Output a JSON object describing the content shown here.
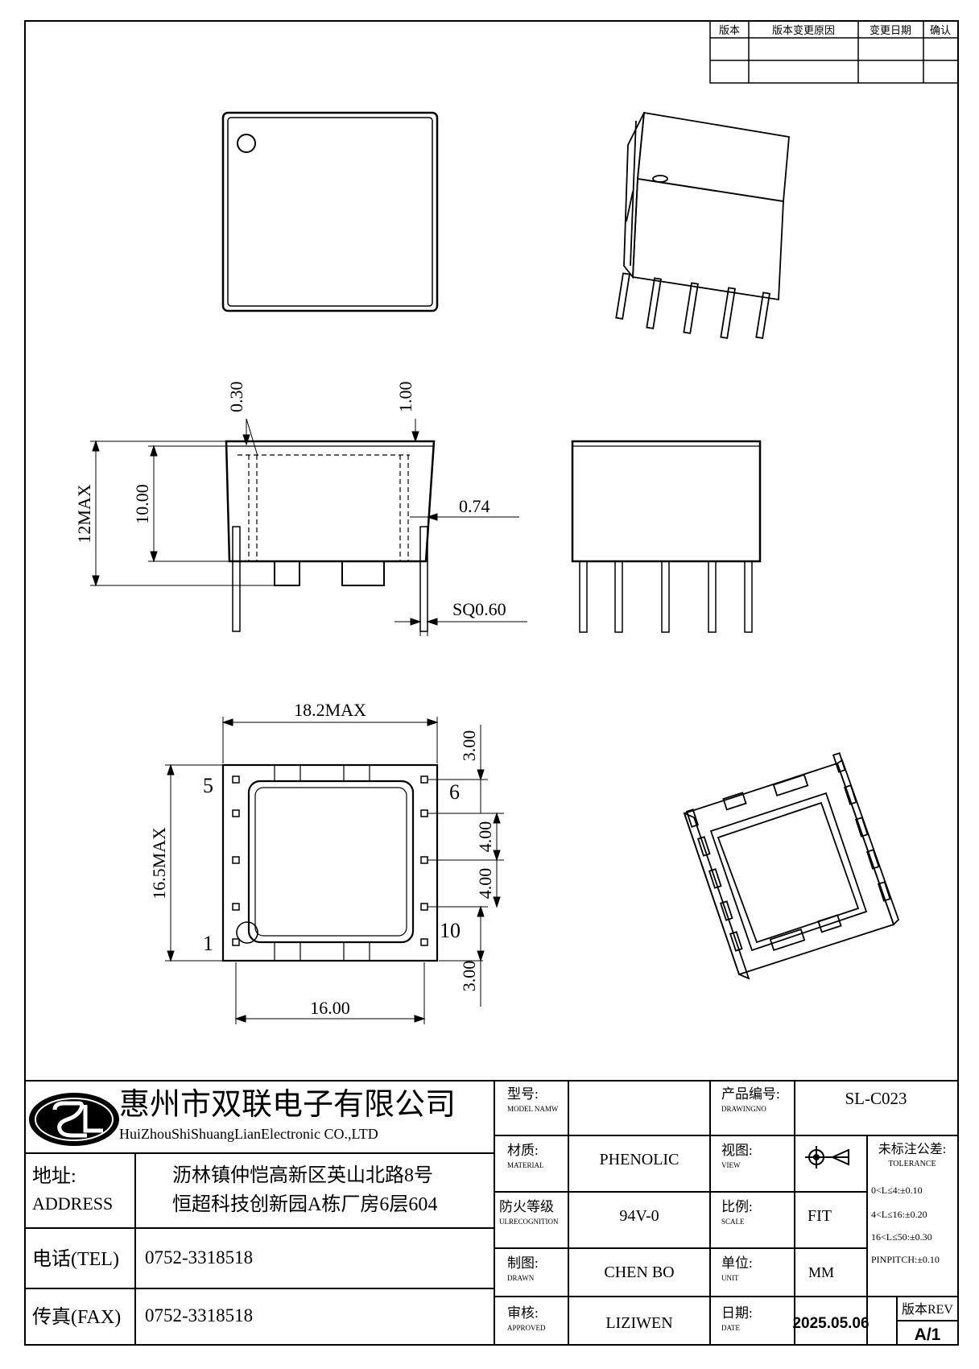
{
  "revision_table": {
    "headers": [
      "版本",
      "版本变更原因",
      "变更日期",
      "确认"
    ]
  },
  "side_view": {
    "dims": [
      "0.30",
      "1.00",
      "12MAX",
      "10.00",
      "0.74",
      "SQ0.60"
    ]
  },
  "bottom_view": {
    "dims": [
      "18.2MAX",
      "16.5MAX",
      "16.00",
      "3.00",
      "4.00",
      "4.00",
      "3.00"
    ],
    "pin_labels": [
      "5",
      "6",
      "1",
      "10"
    ]
  },
  "title_block": {
    "company_cn": "惠州市双联电子有限公司",
    "company_en": "HuiZhouShiShuangLianElectronic CO.,LTD",
    "address_label_cn": "地址:",
    "address_label_en": "ADDRESS",
    "address_line1": "沥林镇仲恺高新区英山北路8号",
    "address_line2": "恒超科技创新园A栋厂房6层604",
    "tel_label": "电话(TEL)",
    "tel": "0752-3318518",
    "fax_label": "传真(FAX)",
    "fax": "0752-3318518",
    "model_label_cn": "型号:",
    "model_label_en": "MODEL NAMW",
    "model_value": "",
    "material_label_cn": "材质:",
    "material_label_en": "MATERIAL",
    "material_value": "PHENOLIC",
    "fire_label_cn": "防火等级",
    "fire_label_en": "ULRECOGNITION",
    "fire_value": "94V-0",
    "drawn_label_cn": "制图:",
    "drawn_label_en": "DRAWN",
    "drawn_value": "CHEN BO",
    "approved_label_cn": "审核:",
    "approved_label_en": "APPROVED",
    "approved_value": "LIZIWEN",
    "drawingno_label_cn": "产品编号:",
    "drawingno_label_en": "DRAWINGNO",
    "drawingno_value": "SL-C023",
    "view_label_cn": "视图:",
    "view_label_en": "VIEW",
    "scale_label_cn": "比例:",
    "scale_label_en": "SCALE",
    "scale_value": "FIT",
    "unit_label_cn": "单位:",
    "unit_label_en": "UNIT",
    "unit_value": "MM",
    "date_label_cn": "日期:",
    "date_label_en": "DATE",
    "date_value": "2025.05.06",
    "tolerance_title": "未标注公差:",
    "tolerance_en": "TOLERANCE",
    "tolerance_lines": [
      "0<L≤4:±0.10",
      "4<L≤16:±0.20",
      "16<L≤50:±0.30",
      "PINPITCH:±0.10"
    ],
    "rev_label": "版本REV",
    "rev_value": "A/1"
  }
}
